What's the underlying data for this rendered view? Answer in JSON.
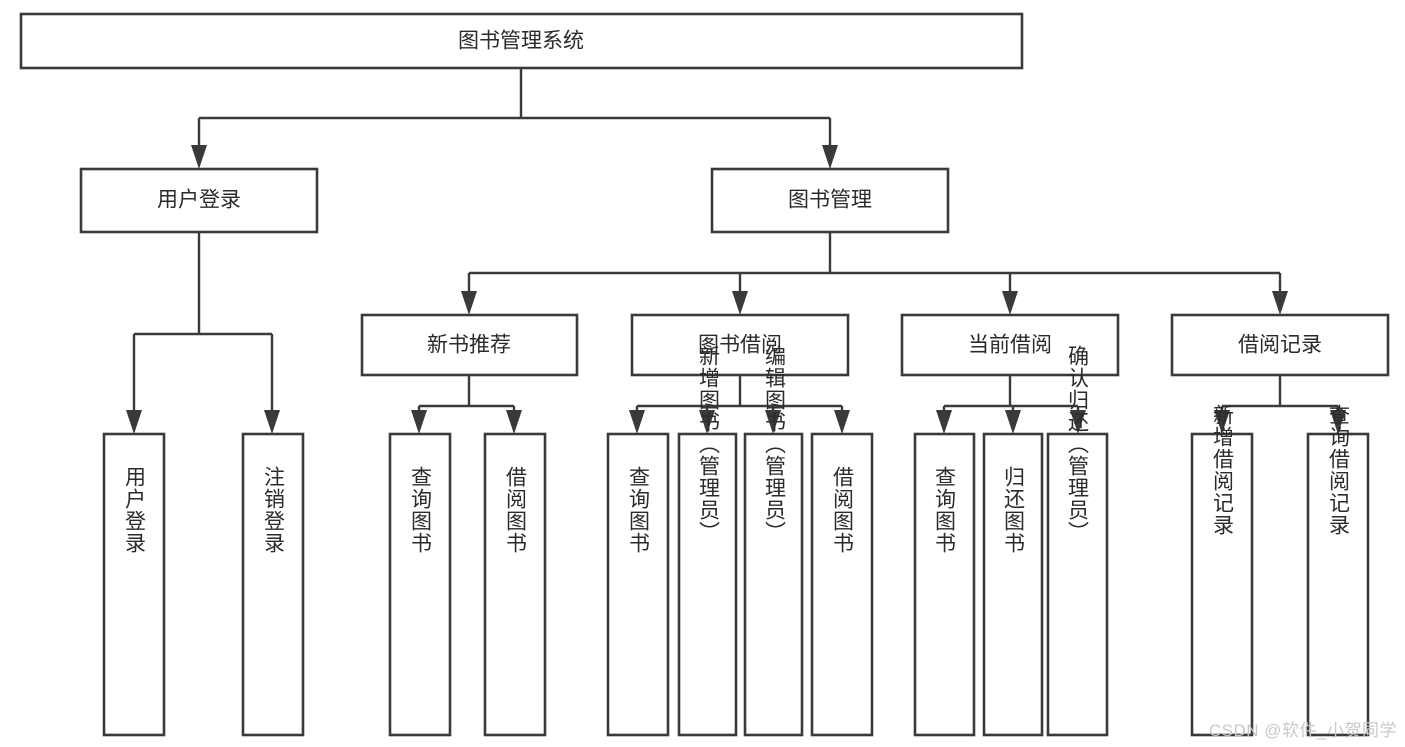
{
  "diagram": {
    "title": "图书管理系统",
    "type": "tree",
    "watermark": "CSDN @软件_小贺同学",
    "colors": {
      "box_stroke": "#3a3a3a",
      "box_fill": "#ffffff",
      "text": "#2b2b2b",
      "watermark": "#c9c9c9"
    },
    "levels": {
      "root": {
        "label": "图书管理系统"
      },
      "level2": [
        {
          "label": "用户登录"
        },
        {
          "label": "图书管理"
        }
      ],
      "level3": [
        {
          "label": "新书推荐"
        },
        {
          "label": "图书借阅"
        },
        {
          "label": "当前借阅"
        },
        {
          "label": "借阅记录"
        }
      ],
      "leaves": [
        {
          "label": "用户登录",
          "parent": "用户登录"
        },
        {
          "label": "注销登录",
          "parent": "用户登录"
        },
        {
          "label": "查询图书",
          "parent": "新书推荐"
        },
        {
          "label": "借阅图书",
          "parent": "新书推荐"
        },
        {
          "label": "查询图书",
          "parent": "图书借阅"
        },
        {
          "label": "新增图书（管理员）",
          "parent": "图书借阅"
        },
        {
          "label": "编辑图书（管理员）",
          "parent": "图书借阅"
        },
        {
          "label": "借阅图书",
          "parent": "图书借阅"
        },
        {
          "label": "查询图书",
          "parent": "当前借阅"
        },
        {
          "label": "归还图书",
          "parent": "当前借阅"
        },
        {
          "label": "确认归还（管理员）",
          "parent": "当前借阅"
        },
        {
          "label": "新增借阅记录",
          "parent": "借阅记录"
        },
        {
          "label": "查询借阅记录",
          "parent": "借阅记录"
        }
      ]
    }
  }
}
